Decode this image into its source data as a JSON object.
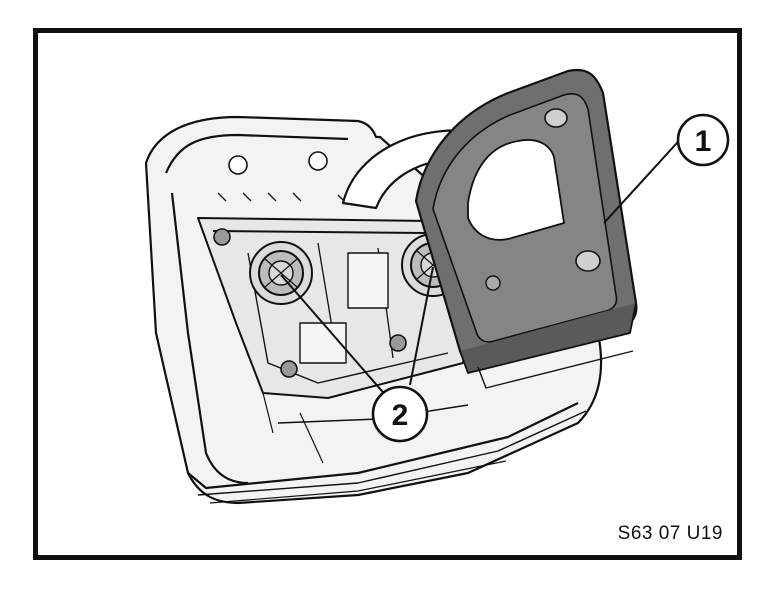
{
  "callouts": [
    {
      "id": "1"
    },
    {
      "id": "2"
    }
  ],
  "figure_code": "S63 07 U19",
  "colors": {
    "line": "#111111",
    "cover_fill": "#7a7a7a",
    "cover_dark": "#5e5e5e",
    "housing_fill": "#f2f2f2",
    "panel_fill": "#e6e6e6",
    "background": "#ffffff"
  }
}
